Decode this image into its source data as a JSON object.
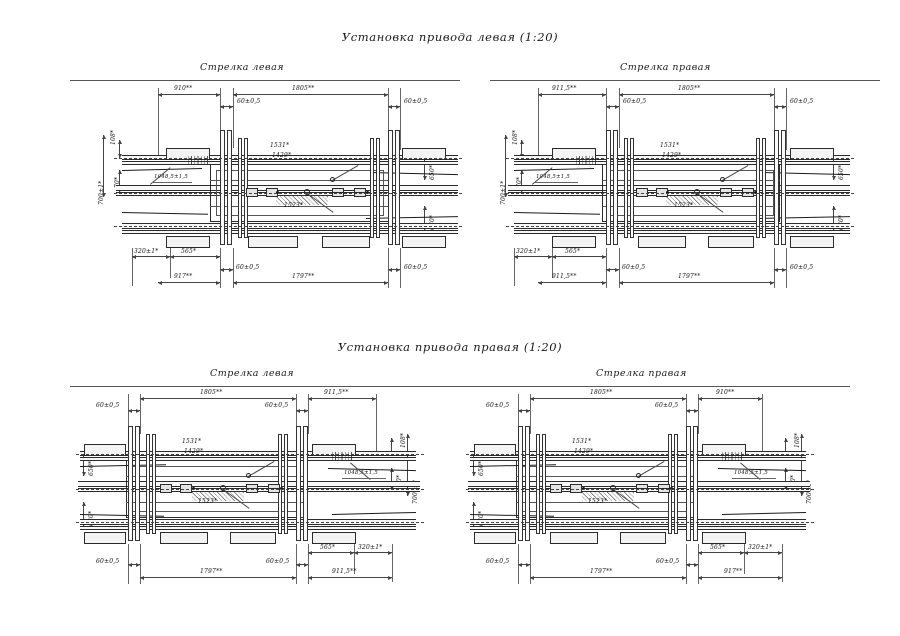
{
  "document": {
    "type": "technical-drawing",
    "language": "ru",
    "sheet_size": "900x636"
  },
  "titles": {
    "top": "Установка привода левая  (1:20)",
    "bottom": "Установка привода правая  (1:20)"
  },
  "panels": [
    {
      "id": "top-left",
      "subtitle": "Стрелка  левая",
      "dims_top": [
        "910**",
        "1805**",
        "60±0,5",
        "60±0,5"
      ],
      "dims_bottom": [
        "320±1*",
        "565*",
        "60±0,5",
        "917**",
        "1797**",
        "60±0,5"
      ],
      "dims_left": [
        "108*",
        "70*",
        "700±1*"
      ],
      "dims_right": [
        "650*",
        "630*"
      ],
      "labels_inner": [
        "1531*",
        "1429*",
        "1523*",
        "1048,5±1,5"
      ]
    },
    {
      "id": "top-right",
      "subtitle": "Стрелка  правая",
      "dims_top": [
        "911,5**",
        "1805**",
        "60±0,5",
        "60±0,5"
      ],
      "dims_bottom": [
        "320±1*",
        "565*",
        "60±0,5",
        "911,5**",
        "1797**",
        "60±0,5"
      ],
      "dims_left": [
        "108*",
        "70*",
        "700±1*"
      ],
      "dims_right": [
        "650*",
        "630*"
      ],
      "labels_inner": [
        "1531*",
        "1429*",
        "1523*",
        "1048,5±1,5"
      ]
    },
    {
      "id": "bottom-left",
      "subtitle": "Стрелка  левая",
      "dims_top": [
        "60±0,5",
        "1805**",
        "60±0,5",
        "911,5**"
      ],
      "dims_bottom": [
        "60±0,5",
        "1797**",
        "60±0,5",
        "565*",
        "320±1*",
        "911,5**"
      ],
      "dims_left": [
        "650*",
        "630*"
      ],
      "dims_right": [
        "108*",
        "70*",
        "700±1*"
      ],
      "labels_inner": [
        "1531*",
        "1429*",
        "1523*",
        "1048,5±1,5"
      ]
    },
    {
      "id": "bottom-right",
      "subtitle": "Стрелка  правая",
      "dims_top": [
        "60±0,5",
        "1805**",
        "60±0,5",
        "910**"
      ],
      "dims_bottom": [
        "60±0,5",
        "1797**",
        "60±0,5",
        "565*",
        "320±1*",
        "917**"
      ],
      "dims_left": [
        "650*",
        "630*"
      ],
      "dims_right": [
        "108*",
        "70*",
        "700±1*"
      ],
      "labels_inner": [
        "1531*",
        "1429*",
        "1523*",
        "1048,5±1,5"
      ]
    }
  ],
  "colors": {
    "paper": "#ffffff",
    "line": "#2b2b2b",
    "thin_line": "#555555",
    "text": "#111111"
  }
}
